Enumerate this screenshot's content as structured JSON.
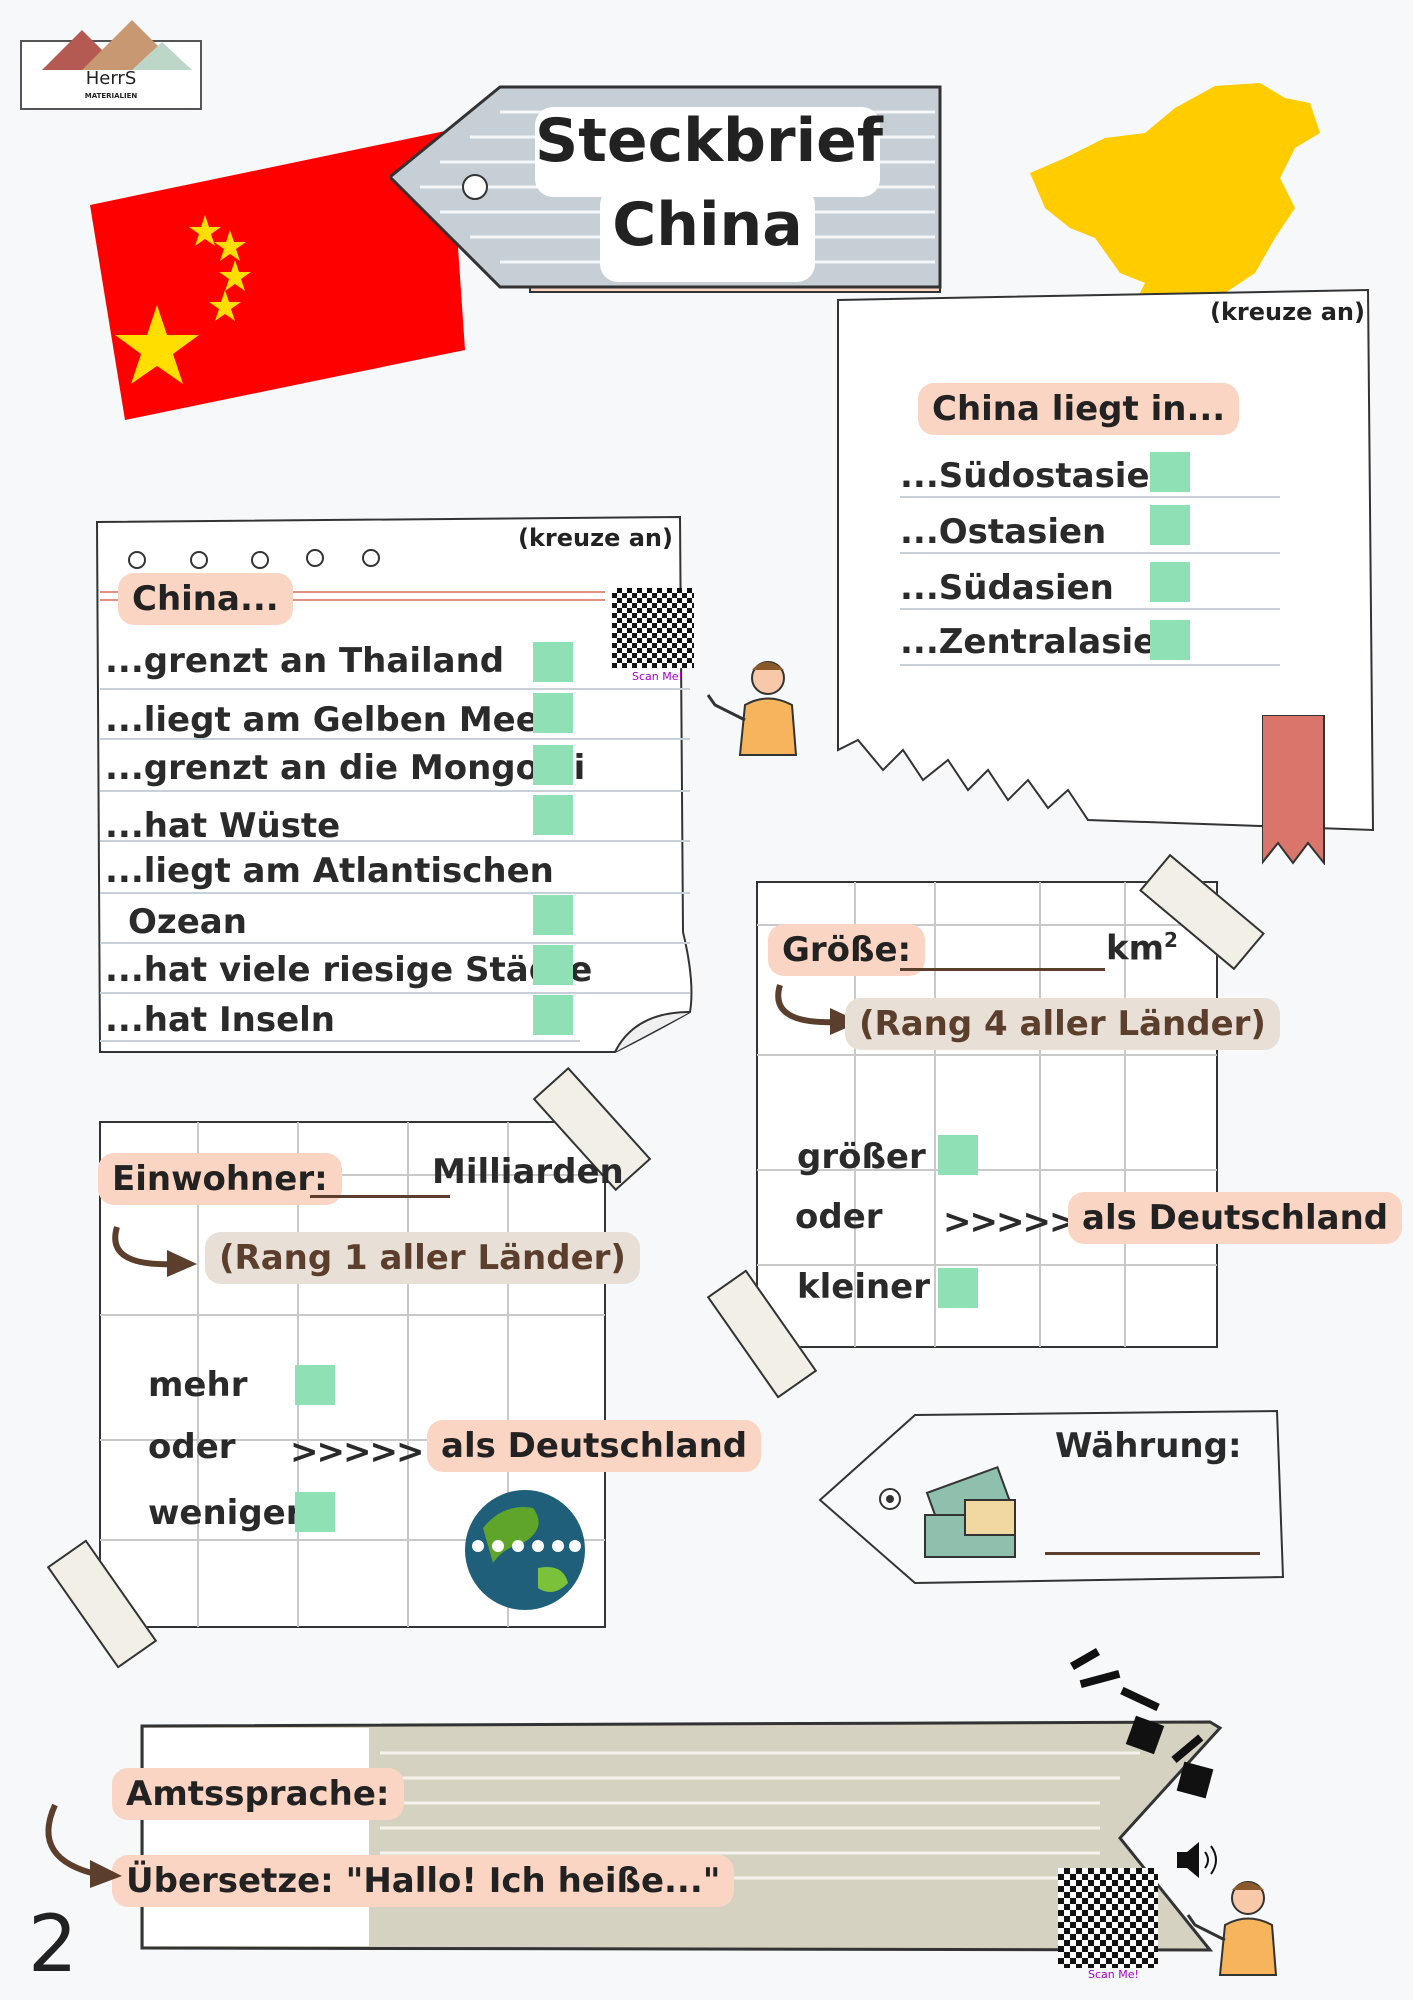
{
  "logo": {
    "text": "HerrS",
    "subtext": "MATERIALIEN"
  },
  "title": {
    "line1": "Steckbrief",
    "line2": "China"
  },
  "location": {
    "hint": "(kreuze an)",
    "heading": "China liegt in...",
    "options": [
      "...Südostasien",
      "...Ostasien",
      "...Südasien",
      "...Zentralasien"
    ]
  },
  "facts": {
    "hint": "(kreuze an)",
    "heading": "China...",
    "items": [
      "...grenzt an Thailand",
      "...liegt am Gelben Meer",
      "...grenzt an die Mongolei",
      "...hat Wüste",
      "...liegt am Atlantischen",
      "Ozean",
      "...hat viele riesige Städte",
      "...hat Inseln"
    ],
    "qr_caption": "Scan Me!"
  },
  "size": {
    "label": "Größe:",
    "unit": "km",
    "unit_sup": "2",
    "rank": "(Rang 4 aller Länder)",
    "compare_more": "größer",
    "compare_or": "oder",
    "compare_less": "kleiner",
    "arrows": ">>>>>",
    "than": "als Deutschland"
  },
  "population": {
    "label": "Einwohner:",
    "unit": "Milliarden",
    "rank": "(Rang 1 aller Länder)",
    "compare_more": "mehr",
    "compare_or": "oder",
    "compare_less": "weniger",
    "arrows": ">>>>>",
    "than": "als Deutschland"
  },
  "currency": {
    "label": "Währung:"
  },
  "language": {
    "label": "Amtssprache:",
    "translate": "Übersetze: \"Hallo! Ich heiße...\"",
    "qr_caption": "Scan Me!"
  },
  "page_number": "2",
  "colors": {
    "flag_red": "#ff0000",
    "flag_star": "#ffde00",
    "map_yellow": "#ffcc00",
    "chip": "#fbd5c3",
    "checkbox": "#8fe0b4"
  }
}
